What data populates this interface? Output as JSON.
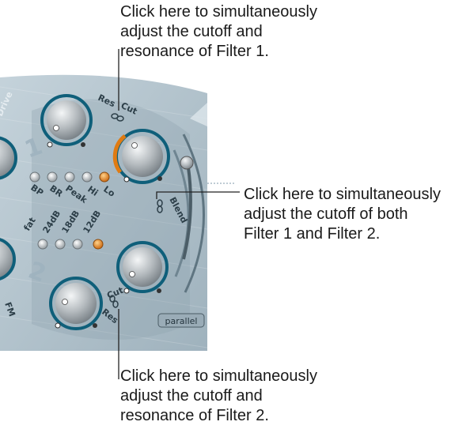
{
  "callouts": {
    "filter1_link": [
      "Click here to simultaneously",
      "adjust the cutoff and",
      "resonance of Filter 1."
    ],
    "blend_link": [
      "Click here to simultaneously",
      "adjust the cutoff of both",
      "Filter 1 and Filter 2."
    ],
    "filter2_link": [
      "Click here to simultaneously",
      "adjust the cutoff and",
      "resonance of Filter 2."
    ]
  },
  "panel": {
    "filter1": {
      "res_label": "Res",
      "cut_label": "Cut",
      "number": "1",
      "drive_label": "Drive",
      "modes": [
        "BP",
        "BR",
        "Peak",
        "Hi",
        "Lo"
      ],
      "active_mode": "Lo"
    },
    "filter2": {
      "res_label": "Res",
      "cut_label": "Cut",
      "number": "2",
      "fm_label": "FM",
      "slopes": [
        "fat",
        "24dB",
        "18dB",
        "12dB"
      ],
      "active_slope": "12dB"
    },
    "blend_label": "Blend",
    "routing_label": "parallel"
  },
  "colors": {
    "accent": "#e07b12",
    "knob_ring": "#0f5f7a",
    "panel": "#b4c6d0",
    "text": "#1a1a1a"
  }
}
